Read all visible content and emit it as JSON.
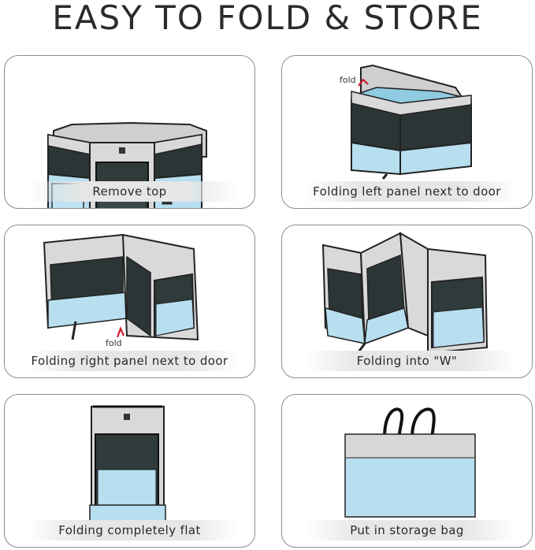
{
  "heading": "EASY TO FOLD & STORE",
  "colors": {
    "accent": "#cc1f2f",
    "panel_gray": "#d9d9d9",
    "panel_blue": "#b7dff0",
    "mesh": "#2f3a3a",
    "trim": "#1a1a1a"
  },
  "steps": [
    {
      "caption": "Remove top",
      "fold_label": ""
    },
    {
      "caption": "Folding left panel next to door",
      "fold_label": "fold"
    },
    {
      "caption": "Folding right panel next to door",
      "fold_label": "fold"
    },
    {
      "caption": "Folding into \"W\"",
      "fold_label": ""
    },
    {
      "caption": "Folding completely flat",
      "fold_label": ""
    },
    {
      "caption": "Put in storage bag",
      "fold_label": ""
    }
  ]
}
